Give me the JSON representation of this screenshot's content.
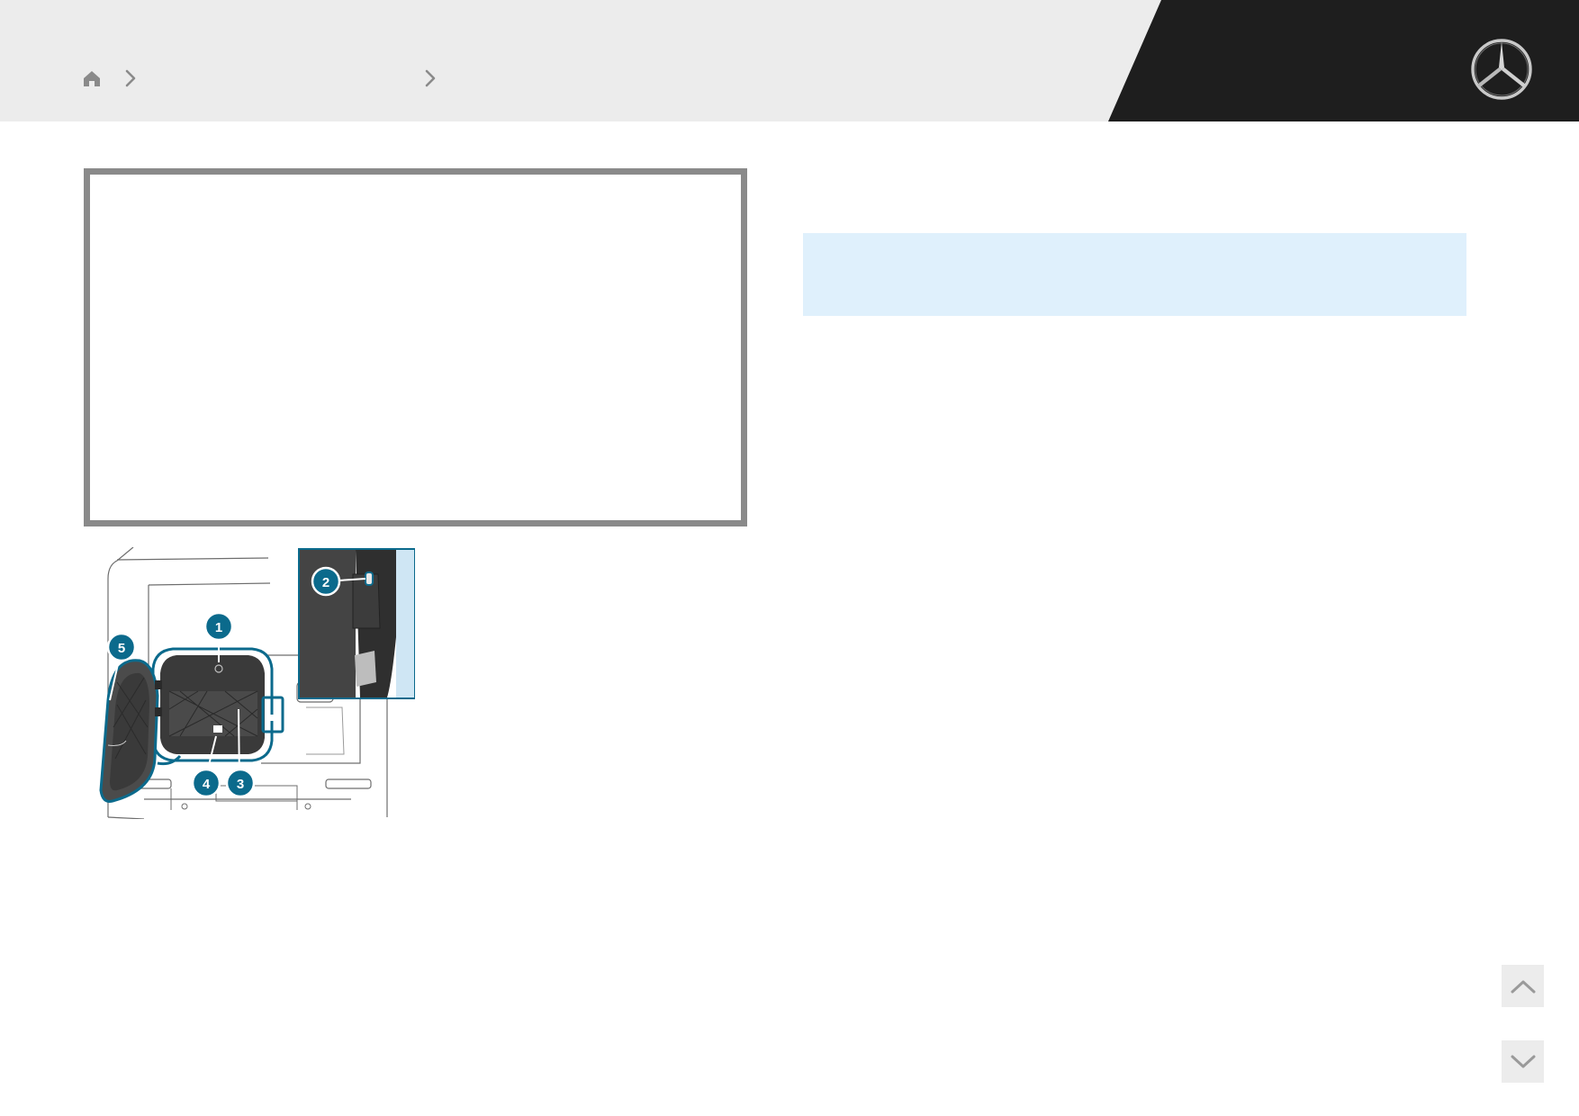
{
  "header": {
    "breadcrumb": {
      "home_icon": "home-icon",
      "separator_icon": "chevron-right-icon"
    },
    "brand_logo": "mercedes-star-logo"
  },
  "illustration": {
    "callouts": [
      "1",
      "2",
      "3",
      "4",
      "5"
    ],
    "callout_color": "#0b6a8c"
  },
  "navigation": {
    "scroll_up_icon": "chevron-up-icon",
    "scroll_down_icon": "chevron-down-icon"
  },
  "colors": {
    "header_bg": "#ececec",
    "header_dark": "#1e1e1e",
    "info_bg": "#dff0fc",
    "frame_gray": "#8a8a8a",
    "accent": "#0b6a8c"
  }
}
